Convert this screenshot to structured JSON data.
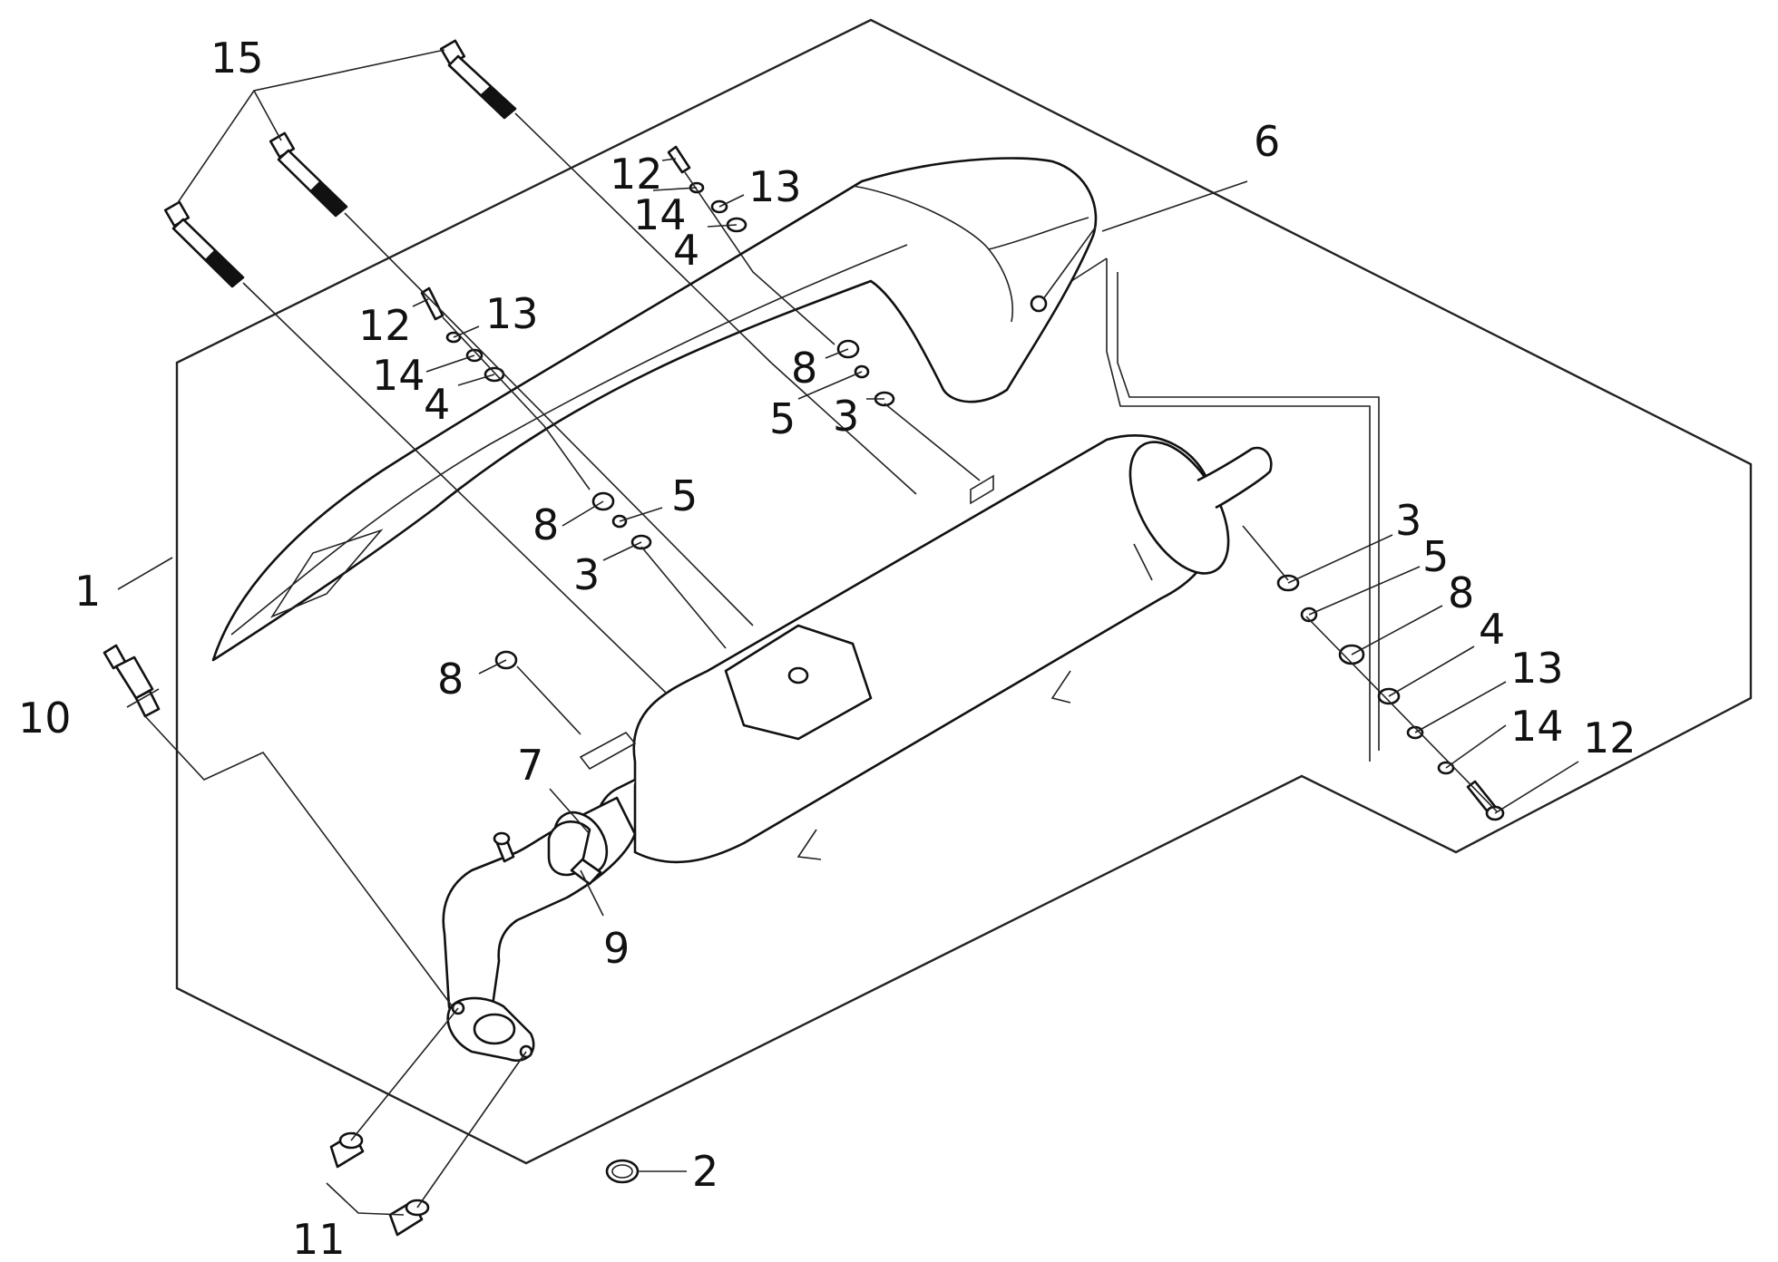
{
  "diagram": {
    "callouts": [
      {
        "id": "c1",
        "text": "1"
      },
      {
        "id": "c2",
        "text": "2"
      },
      {
        "id": "c3a",
        "text": "3"
      },
      {
        "id": "c3b",
        "text": "3"
      },
      {
        "id": "c3c",
        "text": "3"
      },
      {
        "id": "c4a",
        "text": "4"
      },
      {
        "id": "c4b",
        "text": "4"
      },
      {
        "id": "c4c",
        "text": "4"
      },
      {
        "id": "c5a",
        "text": "5"
      },
      {
        "id": "c5b",
        "text": "5"
      },
      {
        "id": "c5c",
        "text": "5"
      },
      {
        "id": "c6",
        "text": "6"
      },
      {
        "id": "c7",
        "text": "7"
      },
      {
        "id": "c8a",
        "text": "8"
      },
      {
        "id": "c8b",
        "text": "8"
      },
      {
        "id": "c8c",
        "text": "8"
      },
      {
        "id": "c8d",
        "text": "8"
      },
      {
        "id": "c9",
        "text": "9"
      },
      {
        "id": "c10",
        "text": "10"
      },
      {
        "id": "c11",
        "text": "11"
      },
      {
        "id": "c12a",
        "text": "12"
      },
      {
        "id": "c12b",
        "text": "12"
      },
      {
        "id": "c12c",
        "text": "12"
      },
      {
        "id": "c13a",
        "text": "13"
      },
      {
        "id": "c13b",
        "text": "13"
      },
      {
        "id": "c13c",
        "text": "13"
      },
      {
        "id": "c14a",
        "text": "14"
      },
      {
        "id": "c14b",
        "text": "14"
      },
      {
        "id": "c14c",
        "text": "14"
      },
      {
        "id": "c15",
        "text": "15"
      }
    ]
  }
}
